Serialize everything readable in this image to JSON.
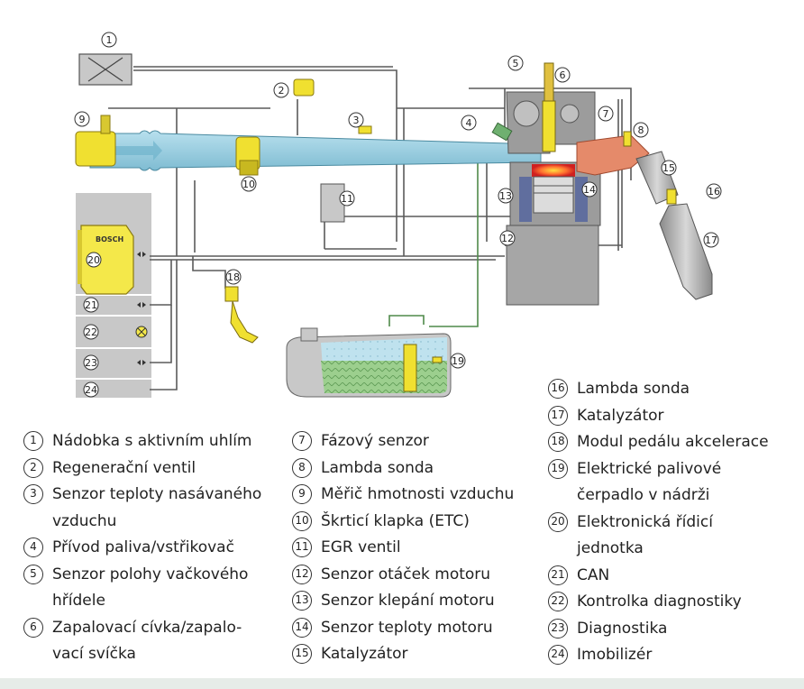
{
  "diagram": {
    "ecu_brand": "BOSCH",
    "callouts": [
      "1",
      "2",
      "3",
      "4",
      "5",
      "6",
      "7",
      "8",
      "9",
      "10",
      "11",
      "12",
      "13",
      "14",
      "15",
      "16",
      "17",
      "18",
      "19",
      "20",
      "21",
      "22",
      "23",
      "24"
    ]
  },
  "legend": {
    "col1": [
      {
        "num": "1",
        "text": "Nádobka s aktivním uhlím"
      },
      {
        "num": "2",
        "text": "Regenerační ventil"
      },
      {
        "num": "3",
        "text": "Senzor teploty nasávaného\nvzduchu"
      },
      {
        "num": "4",
        "text": "Přívod paliva/vstřikovač"
      },
      {
        "num": "5",
        "text": "Senzor polohy vačkového\nhřídele"
      },
      {
        "num": "6",
        "text": "Zapalovací cívka/zapalo-\nvací svíčka"
      }
    ],
    "col2": [
      {
        "num": "7",
        "text": "Fázový senzor"
      },
      {
        "num": "8",
        "text": "Lambda sonda"
      },
      {
        "num": "9",
        "text": "Měřič hmotnosti vzduchu"
      },
      {
        "num": "10",
        "text": "Škrticí klapka (ETC)"
      },
      {
        "num": "11",
        "text": "EGR ventil"
      },
      {
        "num": "12",
        "text": "Senzor otáček motoru"
      },
      {
        "num": "13",
        "text": "Senzor klepání motoru"
      },
      {
        "num": "14",
        "text": "Senzor teploty motoru"
      },
      {
        "num": "15",
        "text": "Katalyzátor"
      }
    ],
    "col3": [
      {
        "num": "16",
        "text": "Lambda sonda"
      },
      {
        "num": "17",
        "text": "Katalyzátor"
      },
      {
        "num": "18",
        "text": "Modul pedálu akcelerace"
      },
      {
        "num": "19",
        "text": "Elektrické palivové\nčerpadlo v nádrži"
      },
      {
        "num": "20",
        "text": "Elektronická řídicí\njednotka"
      },
      {
        "num": "21",
        "text": "CAN"
      },
      {
        "num": "22",
        "text": "Kontrolka diagnostiky"
      },
      {
        "num": "23",
        "text": "Diagnostika"
      },
      {
        "num": "24",
        "text": "Imobilizér"
      }
    ]
  },
  "colors": {
    "intake": "#9fd0e0",
    "fuel": "#8fc48a",
    "tank": "#c8c8c8",
    "engine": "#a8a8a8",
    "exhaust": "#e58a6a",
    "sensor": "#f0e030",
    "line": "#505050"
  }
}
